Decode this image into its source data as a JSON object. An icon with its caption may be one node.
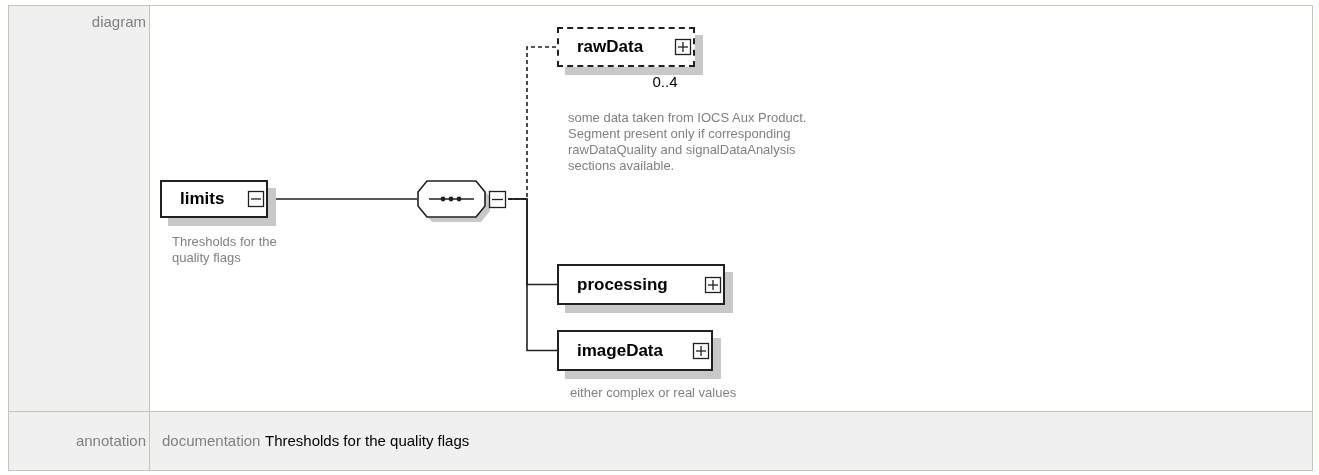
{
  "diagram": {
    "nodes": [
      {
        "text": [
          "limits"
        ],
        "beside": [
          "Thresholds for the quality flags"
        ]
      },
      {
        "text": [],
        "shape": "octagon"
      },
      {
        "text": [
          "rawData"
        ],
        "beside": [
          "0..4",
          "some data taken from IOCS Aux Product. Segment present only if corresponding rawDataQuality and signalDataAnalysis sections available."
        ]
      },
      {
        "text": [
          "processing"
        ]
      },
      {
        "text": [
          "imageData"
        ],
        "beside": [
          "either complex or real values"
        ]
      }
    ],
    "edges": [
      {
        "from": 0,
        "to": 1,
        "arrow": "none"
      },
      {
        "from": 1,
        "to": 2,
        "arrow": "none",
        "style": "dashed"
      },
      {
        "from": 1,
        "to": 3,
        "arrow": "none"
      },
      {
        "from": 1,
        "to": 4,
        "arrow": "none"
      }
    ],
    "labels": [
      "diagram",
      "annotation",
      "documentation",
      "Thresholds for the quality flags"
    ]
  }
}
